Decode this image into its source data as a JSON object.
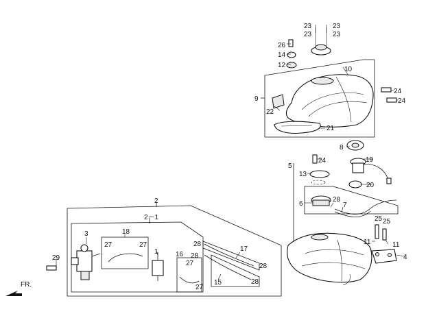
{
  "labels": {
    "p1": "1",
    "p2": "2",
    "p2_1": "2－1",
    "p3": "3",
    "p4": "4",
    "p5": "5",
    "p6": "6",
    "p7": "7",
    "p8": "8",
    "p9": "9",
    "p10": "10",
    "p11a": "11",
    "p11b": "11",
    "p12": "12",
    "p13": "13",
    "p14": "14",
    "p15": "15",
    "p16": "16",
    "p17": "17",
    "p18": "18",
    "p19": "19",
    "p20": "20",
    "p21": "21",
    "p22": "22",
    "p23a": "23",
    "p23b": "23",
    "p23c": "23",
    "p23d": "23",
    "p24a": "24",
    "p24b": "24",
    "p24c": "24",
    "p25a": "25",
    "p25b": "25",
    "p26": "26",
    "p27a": "27",
    "p27b": "27",
    "p27c": "27",
    "p27d": "27",
    "p28a": "28",
    "p28b": "28",
    "p28c": "28",
    "p28d": "28",
    "p28e": "28",
    "p29": "29",
    "front": "FR."
  }
}
